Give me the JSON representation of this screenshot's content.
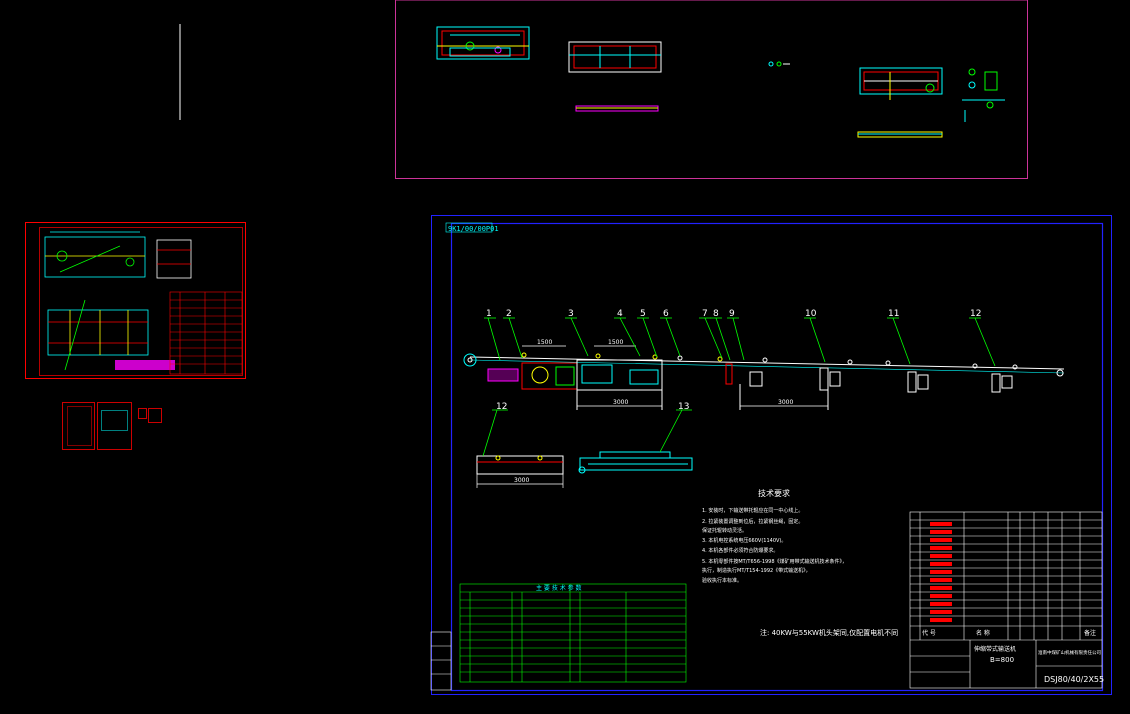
{
  "colors": {
    "background": "#000000",
    "sheet_frame_magenta": "#cc3399",
    "sheet_frame_blue": "#2222ff",
    "red": "#ff0000",
    "cyan": "#00ffff",
    "green": "#00ff00",
    "white": "#ffffff",
    "yellow": "#ffff00",
    "magenta": "#ff00ff"
  },
  "main_sheet": {
    "drawing_tag": "9K1/00/00P01",
    "callouts": [
      "1",
      "2",
      "3",
      "4",
      "5",
      "6",
      "7",
      "8",
      "9",
      "10",
      "11",
      "12"
    ],
    "dims": [
      "1500",
      "1500",
      "3000",
      "3000"
    ],
    "detail_callouts": [
      "12",
      "13"
    ],
    "detail_dim": "3000",
    "tech_req_title": "技术要求",
    "tech_req_lines": [
      "1. 安装时，下输送带托辊应在同一中心线上。",
      "2. 拉紧装置调整到位后，拉紧钢丝绳，固定。",
      "   保证托辊转动灵活。",
      "3. 本机电控系统电压660V(1140V)。",
      "4. 本机各部件必须符合防爆要求。",
      "5. 本机零部件按MT/T656-1998《煤矿用带式输送机技术条件》，",
      "   执行，制造执行MT/T154-1992《带式输送机》，",
      "   验收执行本标准。"
    ],
    "note": "注: 40KW与55KW机头架同,仅配置电机不同",
    "title_block": {
      "product_name": "伸缩带式输送机",
      "spec": "B=800",
      "company": "淮南中煤矿山机械有限责任公司",
      "drawing_no": "DSJ80/40/2X55",
      "col_no": "代 号",
      "col_name": "名 称",
      "col_remark": "备注"
    },
    "parts_list_title": "主 要 技 术 参 数"
  },
  "left_sheet": {
    "name": "assembly-drawing-sheet"
  }
}
